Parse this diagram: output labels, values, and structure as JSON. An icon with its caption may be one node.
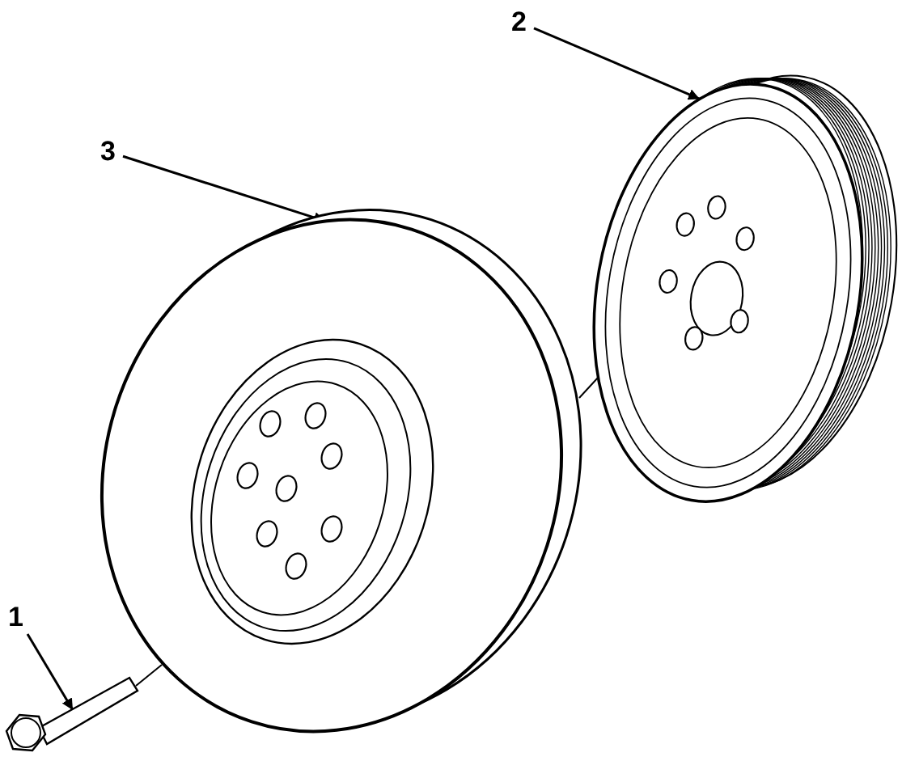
{
  "diagram": {
    "nodes": [
      {
        "text": [
          "2"
        ]
      },
      {
        "text": [
          "3"
        ]
      },
      {
        "text": [
          "1"
        ]
      },
      {
        "text": [],
        "shape": "picture"
      },
      {
        "text": [],
        "shape": "picture"
      },
      {
        "text": [],
        "shape": "picture"
      }
    ],
    "edges": [
      {
        "from": 0,
        "to": 3,
        "arrow": "to"
      },
      {
        "from": 1,
        "to": 4,
        "arrow": "to"
      },
      {
        "from": 2,
        "to": 5,
        "arrow": "to"
      },
      {
        "from": 5,
        "to": 4,
        "arrow": "none"
      },
      {
        "from": 4,
        "to": 3,
        "arrow": "none"
      }
    ]
  }
}
